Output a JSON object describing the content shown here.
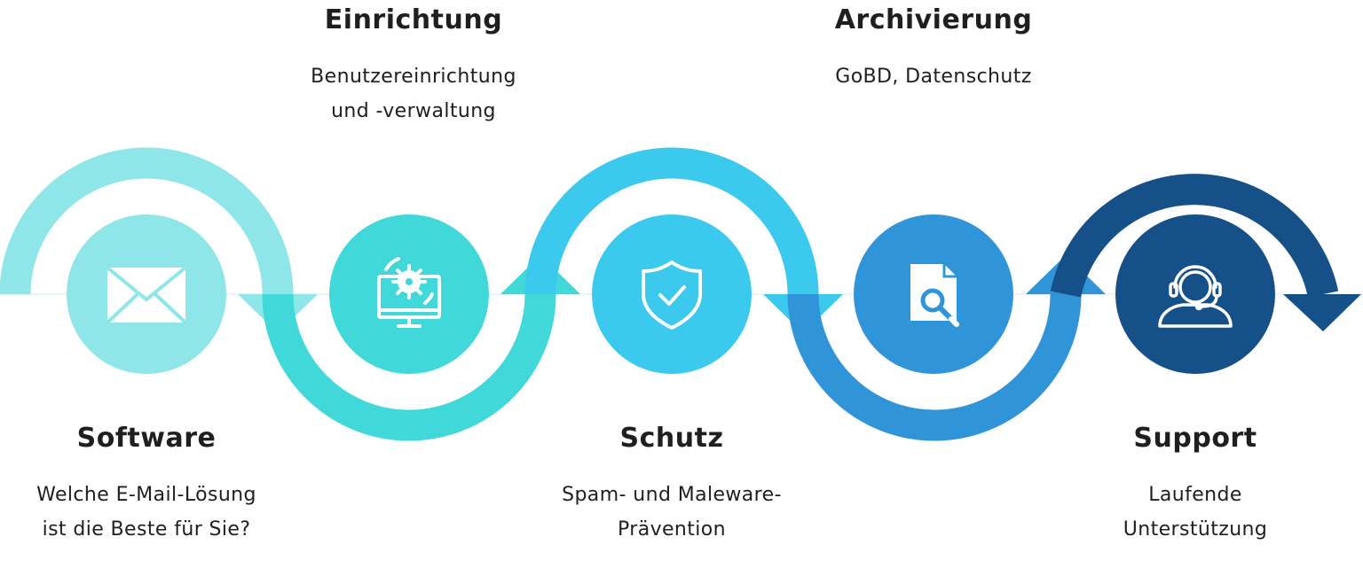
{
  "steps": [
    {
      "title": "Software",
      "desc": [
        "Welche E-Mail-Lösung",
        "ist die Beste für Sie?"
      ],
      "icon": "envelope-icon",
      "color": "#8EE6E8"
    },
    {
      "title": "Einrichtung",
      "desc": [
        "Benutzereinrichtung",
        "und -verwaltung"
      ],
      "icon": "monitor-gear-icon",
      "color": "#40D8D9"
    },
    {
      "title": "Schutz",
      "desc": [
        "Spam- und Maleware-",
        "Prävention"
      ],
      "icon": "shield-check-icon",
      "color": "#3CC9EE"
    },
    {
      "title": "Archivierung",
      "desc": [
        "GoBD, Datenschutz"
      ],
      "icon": "document-search-icon",
      "color": "#2F94D8"
    },
    {
      "title": "Support",
      "desc": [
        "Laufende",
        "Unterstützung"
      ],
      "icon": "headset-support-icon",
      "color": "#155089"
    }
  ],
  "baseline_color": "#E6F6FA"
}
